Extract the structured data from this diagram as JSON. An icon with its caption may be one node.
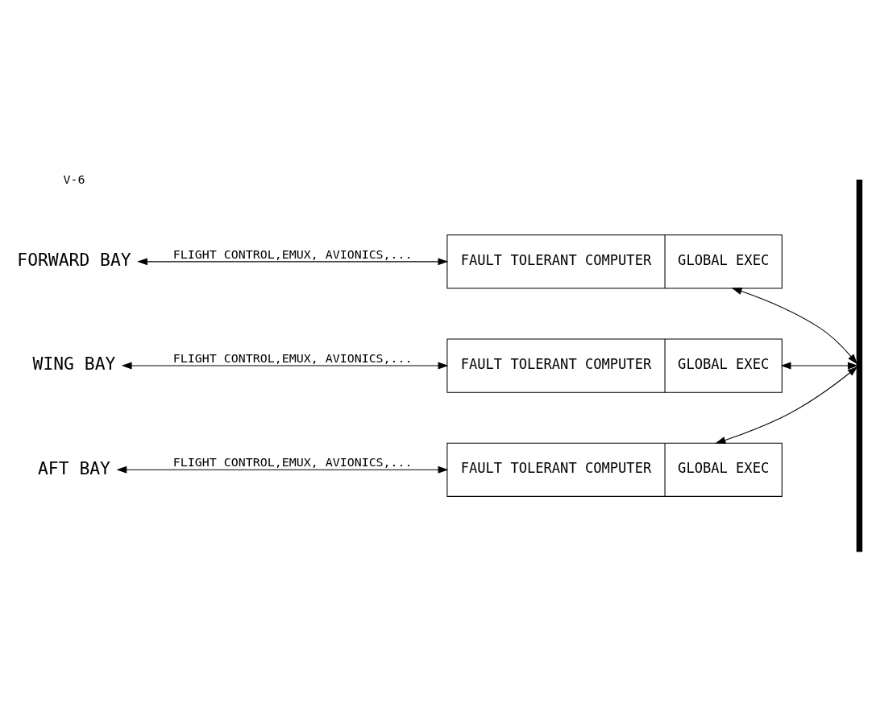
{
  "diagram": {
    "nodes": [
      {
        "text": [
          "FORWARD BAY"
        ]
      },
      {
        "text": [
          "FAULT TOLERANT COMPUTER",
          "GLOBAL EXEC"
        ]
      },
      {
        "text": [],
        "shape": "bar"
      },
      {
        "text": [
          "WING BAY"
        ]
      },
      {
        "text": [
          "FAULT TOLERANT COMPUTER",
          "GLOBAL EXEC"
        ]
      },
      {
        "text": [
          "AFT BAY"
        ]
      },
      {
        "text": [
          "FAULT TOLERANT COMPUTER",
          "GLOBAL EXEC"
        ]
      }
    ],
    "edges": [
      {
        "from": 0,
        "to": 1,
        "arrow": "both",
        "label": "FLIGHT CONTROL,EMUX, AVIONICS,..."
      },
      {
        "from": 1,
        "to": 2,
        "arrow": "both"
      },
      {
        "from": 3,
        "to": 4,
        "arrow": "both",
        "label": "FLIGHT CONTROL,EMUX, AVIONICS,..."
      },
      {
        "from": 4,
        "to": 2,
        "arrow": "both"
      },
      {
        "from": 5,
        "to": 6,
        "arrow": "both",
        "label": "FLIGHT CONTROL,EMUX, AVIONICS,..."
      },
      {
        "from": 6,
        "to": 2,
        "arrow": "both"
      }
    ],
    "labels": [
      "V-6"
    ]
  }
}
